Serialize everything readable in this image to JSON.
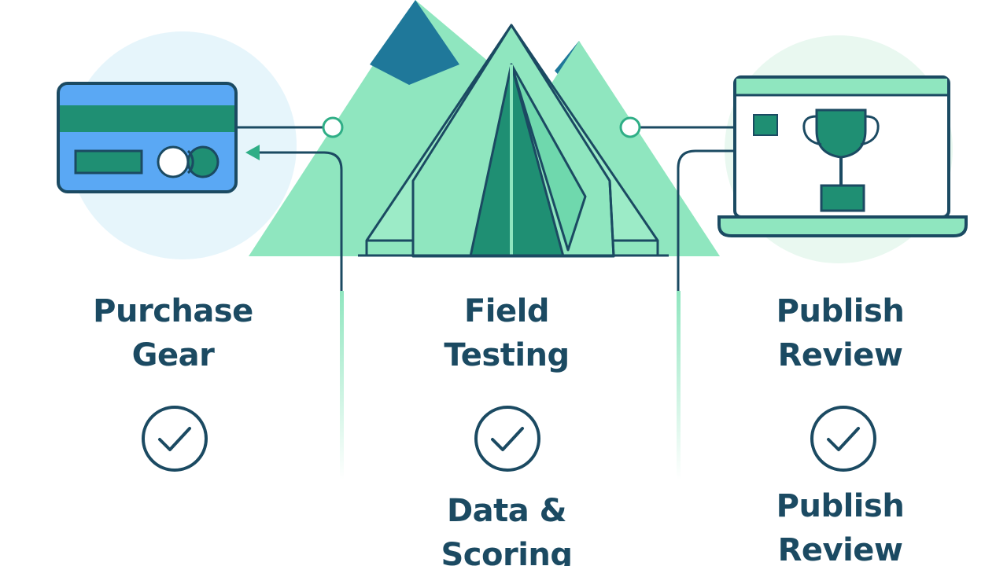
{
  "colors": {
    "navy": "#1b4a62",
    "teal": "#1f8f73",
    "mint": "#8fe6bf",
    "sky_circle": "#e6f5fb",
    "card_blue": "#5aa8f4",
    "mountain_blue": "#1f789a"
  },
  "steps": [
    {
      "title_line1": "Purchase",
      "title_line2": "Gear",
      "icon": "credit-card-icon",
      "status_icon": "check-circle-icon"
    },
    {
      "title_line1": "Field",
      "title_line2": "Testing",
      "icon": "tent-icon",
      "status_icon": "check-circle-icon",
      "sub_line1": "Data &",
      "sub_line2": "Scoring"
    },
    {
      "title_line1": "Publish",
      "title_line2": "Review",
      "icon": "laptop-trophy-icon",
      "status_icon": "check-circle-icon",
      "sub_line1": "Publish",
      "sub_line2": "Review"
    }
  ]
}
